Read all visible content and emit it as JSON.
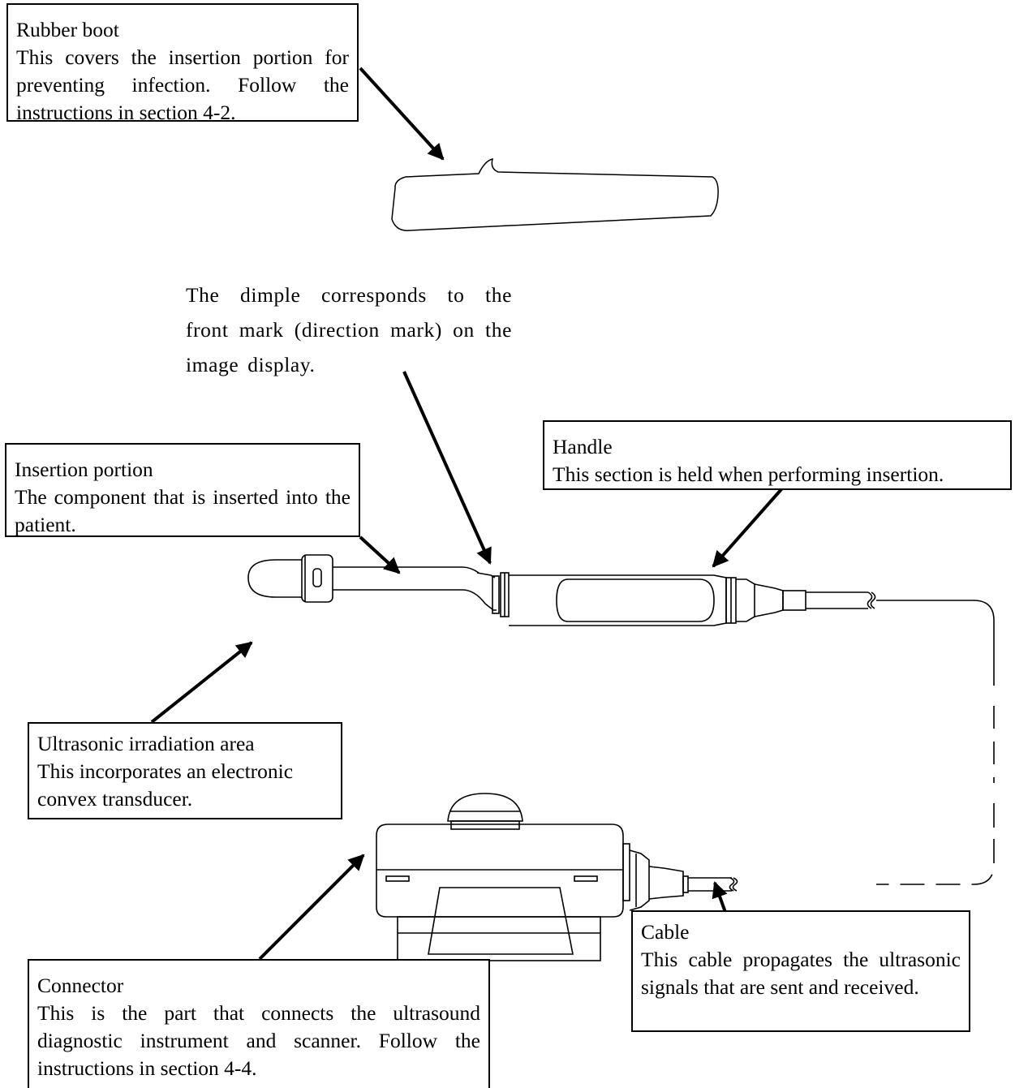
{
  "callouts": {
    "rubber_boot": {
      "title": "Rubber boot",
      "body": "This covers the insertion portion for preventing infection. Follow the instructions in section 4-2."
    },
    "insertion_portion": {
      "title": "Insertion portion",
      "body": "The component that is inserted into the patient."
    },
    "handle": {
      "title": "Handle",
      "body": "This section is held when performing insertion."
    },
    "irradiation_area": {
      "title": "Ultrasonic irradiation area",
      "body": "This incorporates an electronic convex transducer."
    },
    "connector": {
      "title": "Connector",
      "body": "This is the part that connects the ultrasound diagnostic instrument and scanner. Follow the instructions in section 4-4."
    },
    "cable": {
      "title": "Cable",
      "body": "This cable propagates the ultrasonic signals that are sent and received."
    }
  },
  "dimple_note": "The dimple corresponds to the front mark (direction mark) on the image display.",
  "colors": {
    "line": "#000000",
    "background": "#ffffff"
  }
}
